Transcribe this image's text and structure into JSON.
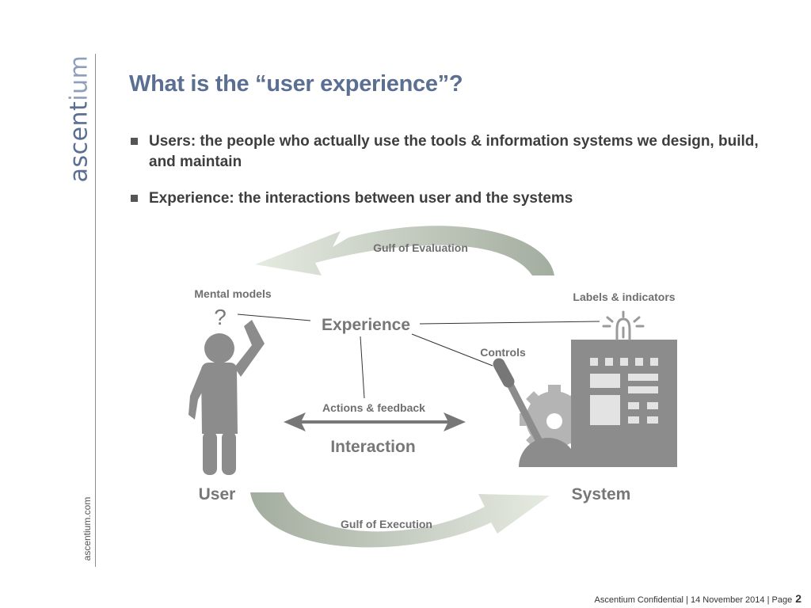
{
  "brand": {
    "main": "ascent",
    "light": "ium"
  },
  "sidebar_url": "ascentium.com",
  "title": "What is the “user experience”?",
  "bullets": [
    "Users: the people who actually use the tools & information systems we design, build, and maintain",
    "Experience: the interactions between user and the systems"
  ],
  "diagram": {
    "gulf_evaluation": "Gulf of Evaluation",
    "gulf_execution": "Gulf of Execution",
    "mental_models": "Mental models",
    "question_mark": "?",
    "experience": "Experience",
    "labels_indicators": "Labels & indicators",
    "controls": "Controls",
    "actions_feedback": "Actions & feedback",
    "interaction": "Interaction",
    "user": "User",
    "system": "System"
  },
  "footer": {
    "text": "Ascentium Confidential  |  14 November 2014  |  Page",
    "page": "2"
  },
  "colors": {
    "title": "#5b6f92",
    "icon_gray": "#8c8c8c",
    "arrow_dark": "#a9b3a5",
    "arrow_light": "#dde4d8"
  }
}
